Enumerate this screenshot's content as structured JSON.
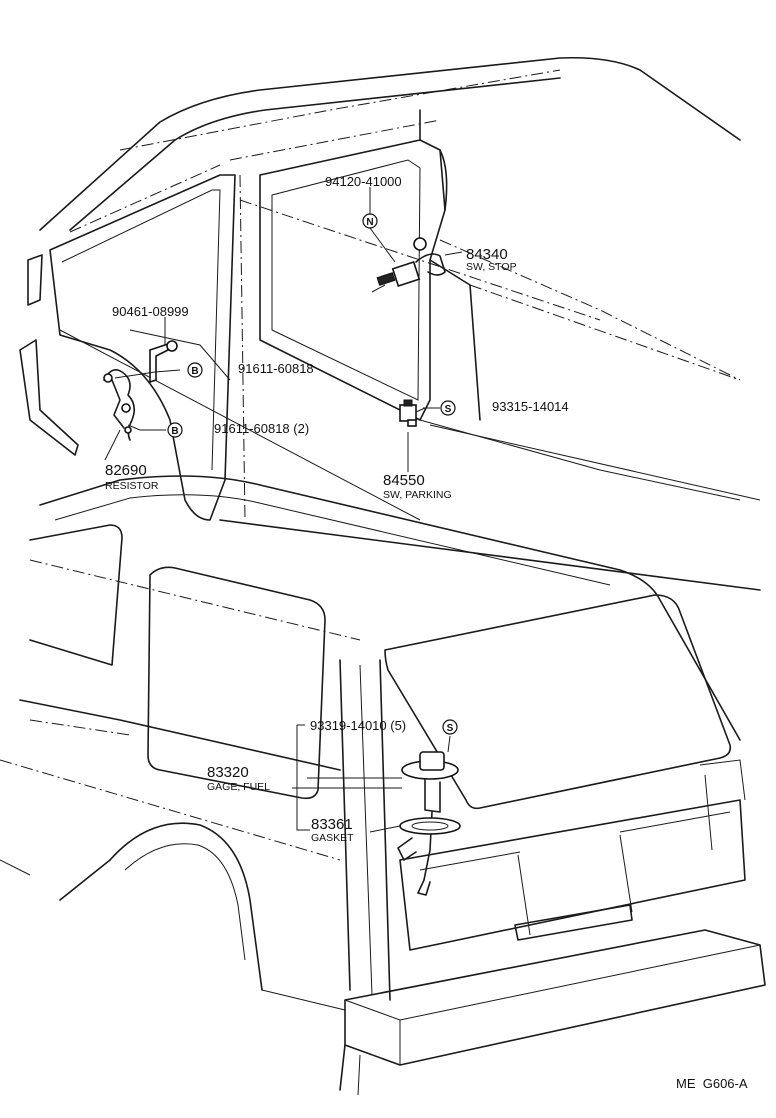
{
  "parts": [
    {
      "id": "p1",
      "number": "94120-41000",
      "marker": "N"
    },
    {
      "id": "p2",
      "number": "84340",
      "name": "SW, STOP"
    },
    {
      "id": "p3",
      "number": "90461-08999"
    },
    {
      "id": "p4",
      "number": "91611-60818",
      "marker": "B"
    },
    {
      "id": "p5",
      "number": "91611-60818 (2)",
      "marker": "B"
    },
    {
      "id": "p6",
      "number": "93315-14014",
      "marker": "S"
    },
    {
      "id": "p7",
      "number": "82690",
      "name": "RESISTOR"
    },
    {
      "id": "p8",
      "number": "84550",
      "name": "SW, PARKING"
    },
    {
      "id": "p9",
      "number": "93319-14010 (5)",
      "marker": "S"
    },
    {
      "id": "p10",
      "number": "83320",
      "name": "GAGE, FUEL"
    },
    {
      "id": "p11",
      "number": "83361",
      "name": "GASKET"
    }
  ],
  "figure_code": "ME  G606-A",
  "colors": {
    "ink": "#1a1a1a",
    "paper": "#ffffff"
  }
}
